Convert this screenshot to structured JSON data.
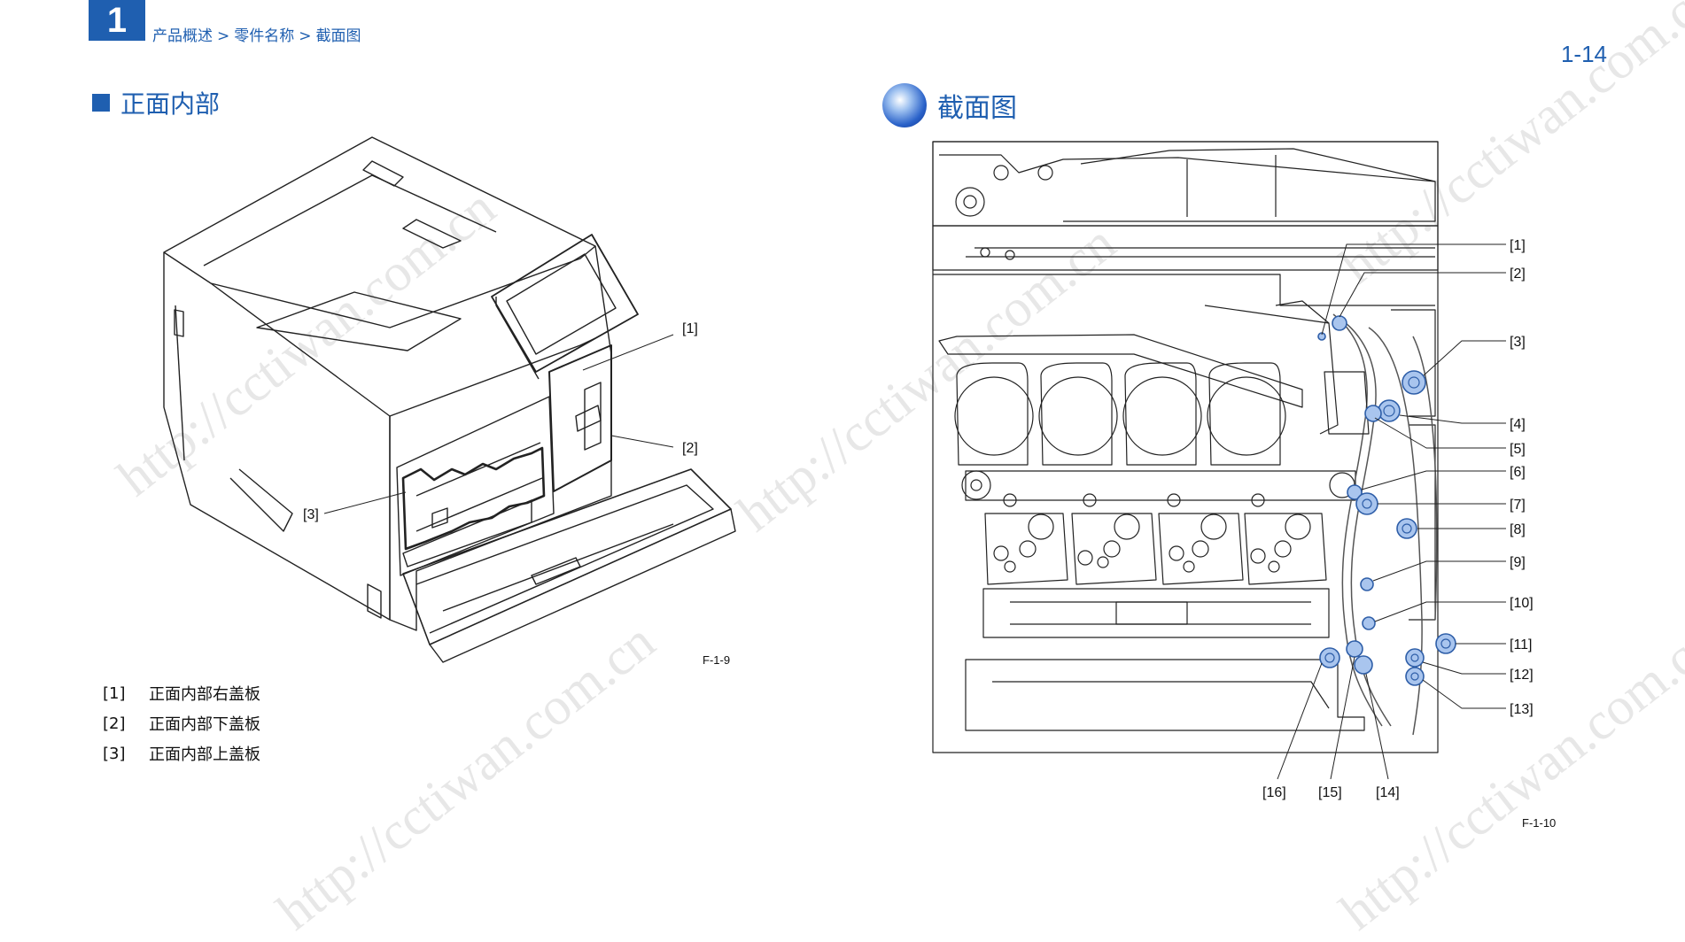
{
  "header": {
    "chapter_number": "1",
    "breadcrumb": [
      "产品概述",
      "零件名称",
      "截面图"
    ],
    "breadcrumb_separator": ">",
    "page_number": "1-14"
  },
  "left_section": {
    "title": "正面内部",
    "figure_label": "F-1-9",
    "callouts": [
      "[1]",
      "[2]",
      "[3]"
    ],
    "legend": [
      {
        "num": "[1]",
        "text": "正面内部右盖板"
      },
      {
        "num": "[2]",
        "text": "正面内部下盖板"
      },
      {
        "num": "[3]",
        "text": "正面内部上盖板"
      }
    ]
  },
  "right_section": {
    "title": "截面图",
    "figure_label": "F-1-10",
    "callouts": [
      "[1]",
      "[2]",
      "[3]",
      "[4]",
      "[5]",
      "[6]",
      "[7]",
      "[8]",
      "[9]",
      "[10]",
      "[11]",
      "[12]",
      "[13]",
      "[14]",
      "[15]",
      "[16]"
    ]
  },
  "watermark": {
    "texts": [
      "http://cctiwan.com.cn",
      "http://cctiwan.com.cn",
      "http://cctiwan.com.cn",
      "http://cctiwan.com.cn",
      "http://cctiwan.com.cn"
    ]
  },
  "colors": {
    "accent": "#1f5fb0",
    "roller_fill": "#a9c5ee",
    "roller_stroke": "#2e5ea8",
    "line": "#222222"
  }
}
